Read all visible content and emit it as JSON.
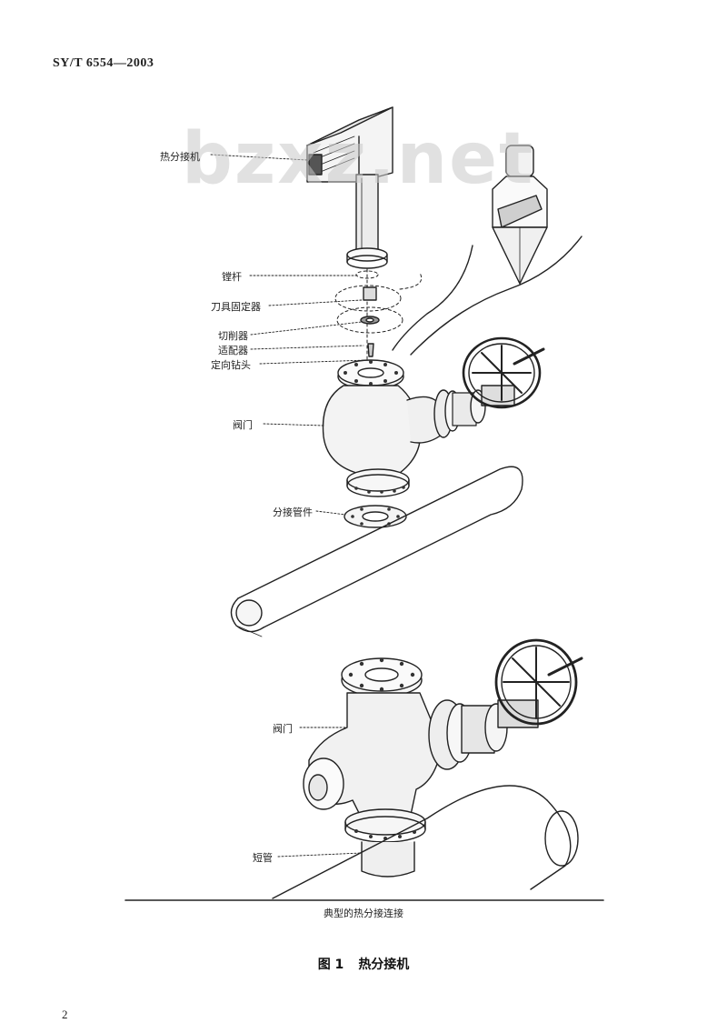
{
  "header": {
    "standard_number": "SY/T 6554—2003"
  },
  "watermark": "bzxz.net",
  "labels": {
    "hot_tapping_machine": "热分接机",
    "boring_bar": "镗杆",
    "tool_holder": "刀具固定器",
    "cutter": "切削器",
    "adapter": "适配器",
    "pilot_drill": "定向钻头",
    "valve_upper": "阀门",
    "split_tee": "分接管件",
    "valve_lower": "阀门",
    "branch_pipe": "短管"
  },
  "subcaption": "典型的热分接连接",
  "caption": {
    "figure_no": "图 1",
    "title": "热分接机"
  },
  "page_number": "2"
}
